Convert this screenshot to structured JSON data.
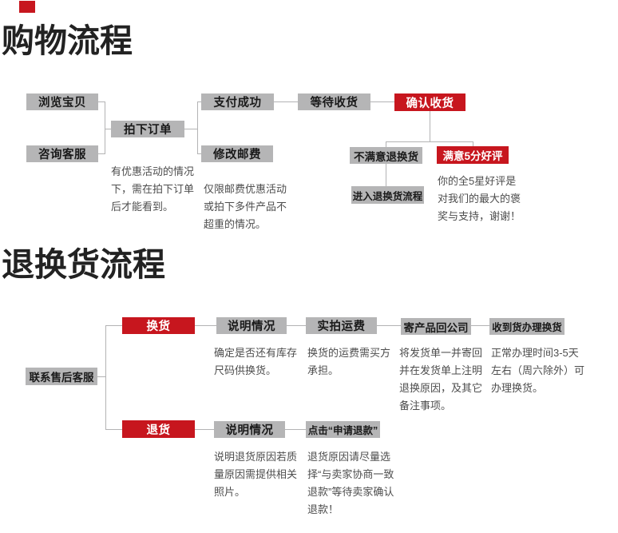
{
  "palette": {
    "accent_red": "#c7161e",
    "node_gray": "#b5b5b6",
    "connector_gray": "#b3b3b4",
    "title_color": "#222222",
    "note_color": "#4d4d4d"
  },
  "shopping": {
    "title": "购物流程",
    "nodes": {
      "browse": "浏览宝贝",
      "consult": "咨询客服",
      "order": "拍下订单",
      "pay": "支付成功",
      "postage": "修改邮费",
      "wait": "等待收货",
      "confirm": "确认收货",
      "unsatisfied": "不满意退换货",
      "satisfied": "满意5分好评",
      "enter_return": "进入退换货流程"
    },
    "notes": {
      "order": "有优惠活动的情况下，需在拍下订单后才能看到。",
      "postage": "仅限邮费优惠活动或拍下多件产品不超重的情况。",
      "satisfied": "你的全5星好评是对我们的最大的褒奖与支持，谢谢！"
    }
  },
  "returns": {
    "title": "退换货流程",
    "nodes": {
      "contact": "联系售后客服",
      "exchange": "换货",
      "refund": "退货",
      "explain_exchange": "说明情况",
      "shipping": "实拍运费",
      "send_back": "寄产品回公司",
      "receive": "收到货办理换货",
      "explain_refund": "说明情况",
      "click_refund": "点击“申请退款”"
    },
    "notes": {
      "explain_exchange": "确定是否还有库存尺码供换货。",
      "shipping": "换货的运费需买方承担。",
      "send_back": "将发货单一并寄回并在发货单上注明退换原因，及其它备注事项。",
      "receive": "正常办理时间3-5天左右（周六除外）可办理换货。",
      "explain_refund": "说明退货原因若质量原因需提供相关照片。",
      "click_refund": "退货原因请尽量选择“与卖家协商一致退款”等待卖家确认退款！"
    }
  }
}
